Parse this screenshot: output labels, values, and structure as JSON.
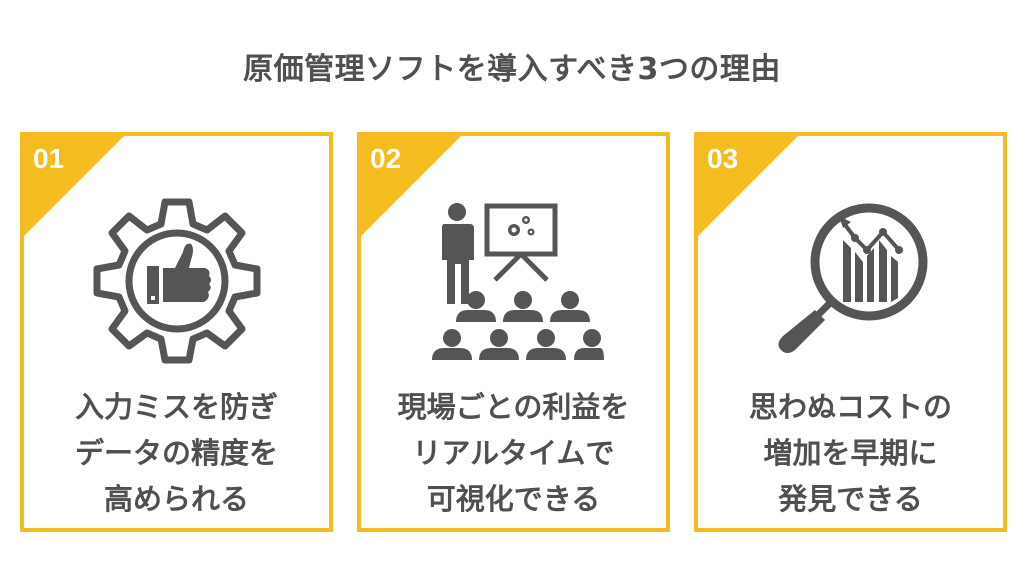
{
  "title": "原価管理ソフトを導入すべき3つの理由",
  "colors": {
    "accent": "#F4BC21",
    "icon": "#555555",
    "text": "#505050",
    "background": "#FFFFFF"
  },
  "cards": [
    {
      "number": "01",
      "icon": "gear-thumbs-up-icon",
      "lines": [
        "入力ミスを防ぎ",
        "データの精度を",
        "高められる"
      ]
    },
    {
      "number": "02",
      "icon": "presentation-audience-icon",
      "lines": [
        "現場ごとの利益を",
        "リアルタイムで",
        "可視化できる"
      ]
    },
    {
      "number": "03",
      "icon": "magnifier-chart-icon",
      "lines": [
        "思わぬコストの",
        "増加を早期に",
        "発見できる"
      ]
    }
  ]
}
